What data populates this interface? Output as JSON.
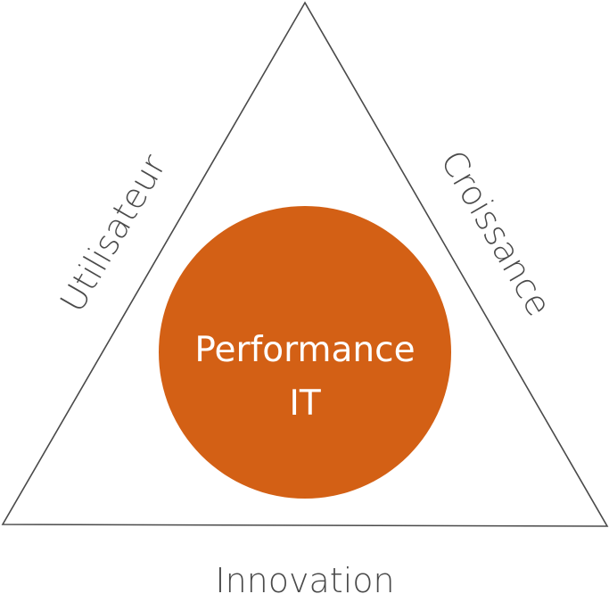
{
  "diagram": {
    "center": {
      "line1": "Performance",
      "line2": "IT"
    },
    "sides": {
      "left": "Utilisateur",
      "right": "Croissance",
      "bottom": "Innovation"
    }
  },
  "colors": {
    "circle": "#d36015",
    "outline": "#4a4a4a",
    "label": "#4a4a4a",
    "center_text": "#ffffff"
  }
}
